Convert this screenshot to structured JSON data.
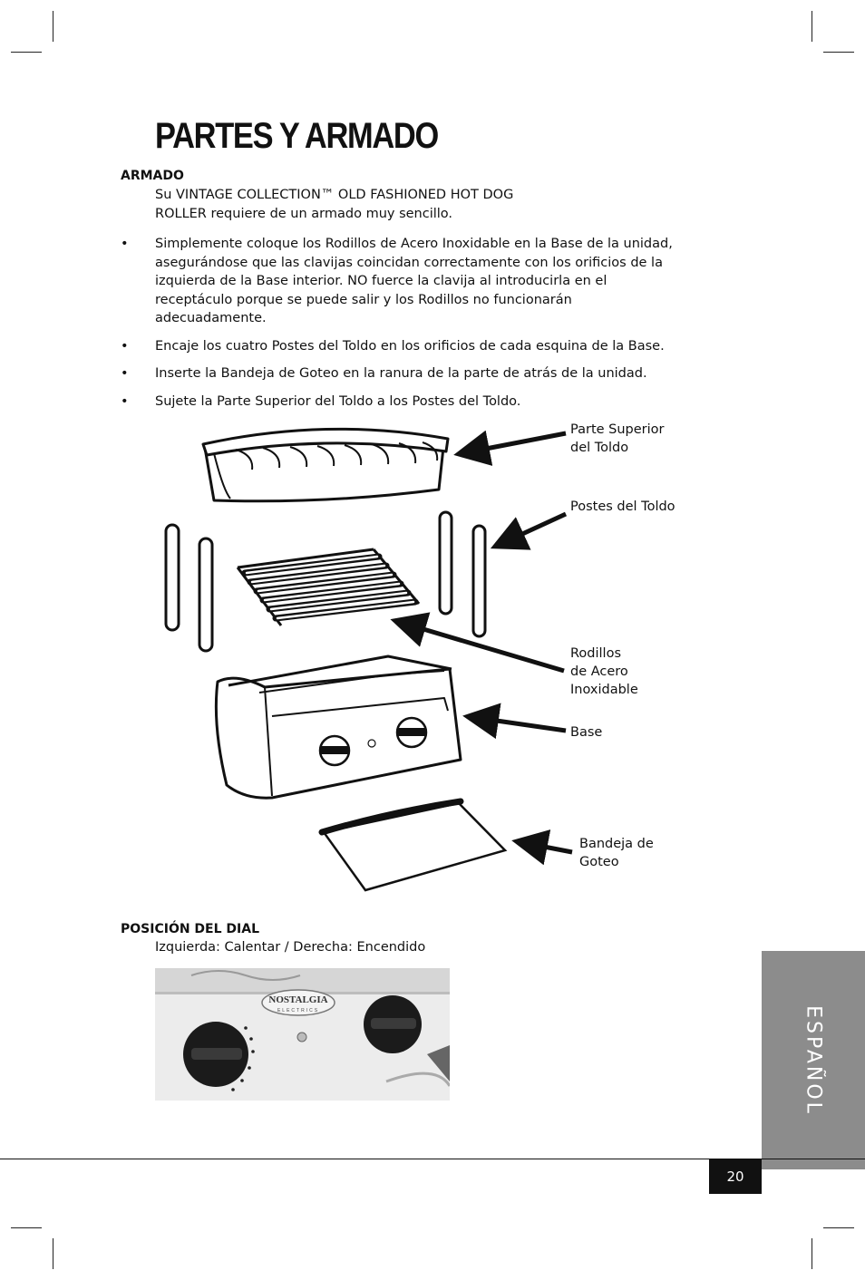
{
  "title": "PARTES Y ARMADO",
  "armado": {
    "heading": "ARMADO",
    "intro_line1": "Su VINTAGE COLLECTION™ OLD FASHIONED HOT DOG",
    "intro_line2": "ROLLER requiere de un armado muy sencillo.",
    "bullet_symbol": "•",
    "bullets": [
      "Simplemente coloque los Rodillos de Acero Inoxidable en la Base de la unidad, asegurándose que las clavijas coincidan correctamente con los orificios de la izquierda de la Base interior. NO fuerce la clavija al introducirla en el receptáculo porque se puede salir y los Rodillos no funcionarán adecuadamente.",
      "Encaje los cuatro Postes del Toldo en los orificios de cada esquina de la Base.",
      "Inserte la Bandeja de Goteo en la ranura de la parte de atrás de la unidad.",
      "Sujete la Parte Superior del Toldo a los Postes del Toldo."
    ]
  },
  "diagram_labels": {
    "canopy_top_1": "Parte Superior",
    "canopy_top_2": "del Toldo",
    "posts": "Postes del Toldo",
    "rollers_1": "Rodillos",
    "rollers_2": "de Acero",
    "rollers_3": "Inoxidable",
    "base": "Base",
    "tray_1": "Bandeja de",
    "tray_2": "Goteo"
  },
  "dial": {
    "heading": "POSICIÓN DEL DIAL",
    "text": "Izquierda: Calentar / Derecha: Encendido",
    "photo_logo_1": "NOSTALGIA",
    "photo_logo_2": "ELECTRICS"
  },
  "side_tab": "ESPAÑOL",
  "page_number": "20"
}
